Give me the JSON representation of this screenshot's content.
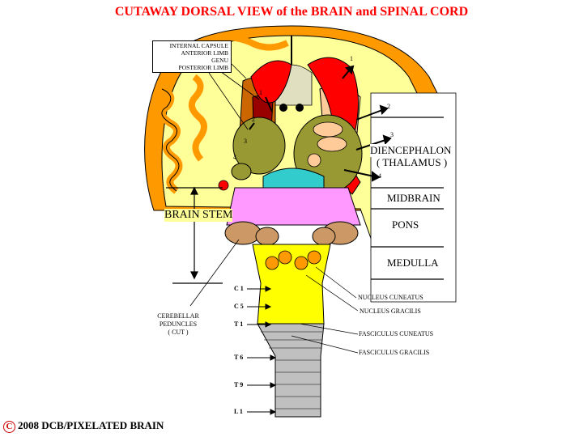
{
  "title": "CUTAWAY DORSAL VIEW of the BRAIN and SPINAL CORD",
  "internal_capsule": {
    "title": "INTERNAL CAPSULE",
    "anterior": "ANTERIOR LIMB",
    "genu": "GENU",
    "posterior": "POSTERIOR LIMB"
  },
  "regions": {
    "diencephalon": "DIENCEPHALON",
    "thalamus": "( THALAMUS )",
    "midbrain": "MIDBRAIN",
    "pons": "PONS",
    "medulla": "MEDULLA",
    "brain_stem": "BRAIN STEM"
  },
  "cerebellar": {
    "line1": "CEREBELLAR",
    "line2": "PEDUNCLES",
    "line3": "( CUT )"
  },
  "spinal_labels": {
    "nucleus_cuneatus": "NUCLEUS CUNEATUS",
    "nucleus_gracilis": "NUCLEUS GRACILIS",
    "fasciculus_cuneatus": "FASCICULUS CUNEATUS",
    "fasciculus_gracilis": "FASCICULUS GRACILIS"
  },
  "levels": [
    "C 1",
    "C 5",
    "T 1",
    "T 6",
    "T 9",
    "L 1"
  ],
  "numbers": [
    "1",
    "2",
    "3",
    "4"
  ],
  "copyright_symbol": "C",
  "copyright": "2008  DCB/PIXELATED BRAIN",
  "colors": {
    "title": "#ff0000",
    "cortex": "#ff9900",
    "background": "#ffff99",
    "internal_capsule": "#ff0000",
    "thalamus": "#999933",
    "midbrain": "#33cccc",
    "pons": "#ff99ff",
    "cord": "#ffff00",
    "cord_lower": "#b0b0b0"
  }
}
